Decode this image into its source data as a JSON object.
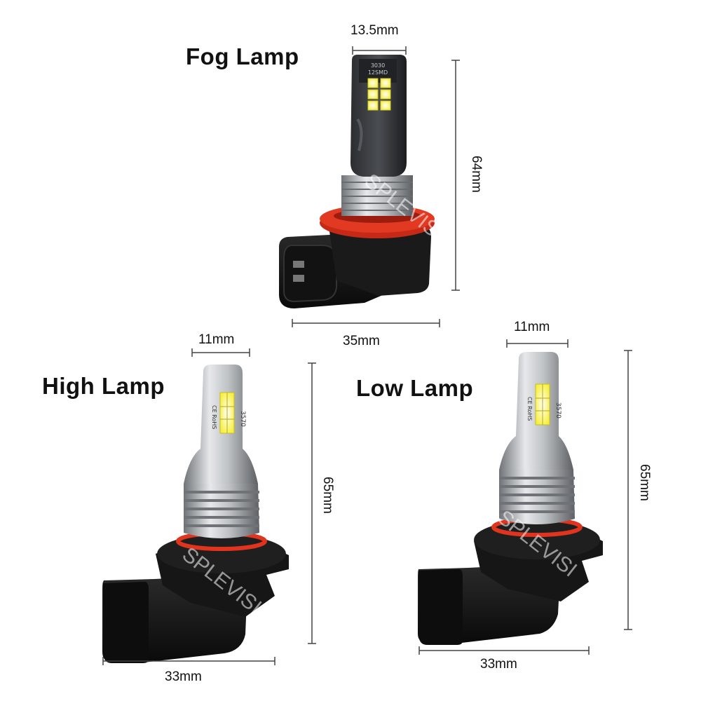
{
  "fog": {
    "title": "Fog Lamp",
    "top_width": "13.5mm",
    "height": "64mm",
    "base_width": "35mm",
    "chip_label_1": "3030",
    "chip_label_2": "12SMD"
  },
  "high": {
    "title": "High Lamp",
    "top_width": "11mm",
    "height": "65mm",
    "base_width": "33mm",
    "chip_label_1": "CE RoHS",
    "chip_label_2": "3570"
  },
  "low": {
    "title": "Low Lamp",
    "top_width": "11mm",
    "height": "65mm",
    "base_width": "33mm",
    "chip_label_1": "CE RoHS",
    "chip_label_2": "3570"
  },
  "watermark": "SPLEVISI",
  "colors": {
    "dimension_line": "#444444",
    "seal_red": "#d8331f",
    "led_yellow": "#f6ef3a",
    "housing_black": "#151515",
    "aluminum": "#b9bcbf"
  }
}
